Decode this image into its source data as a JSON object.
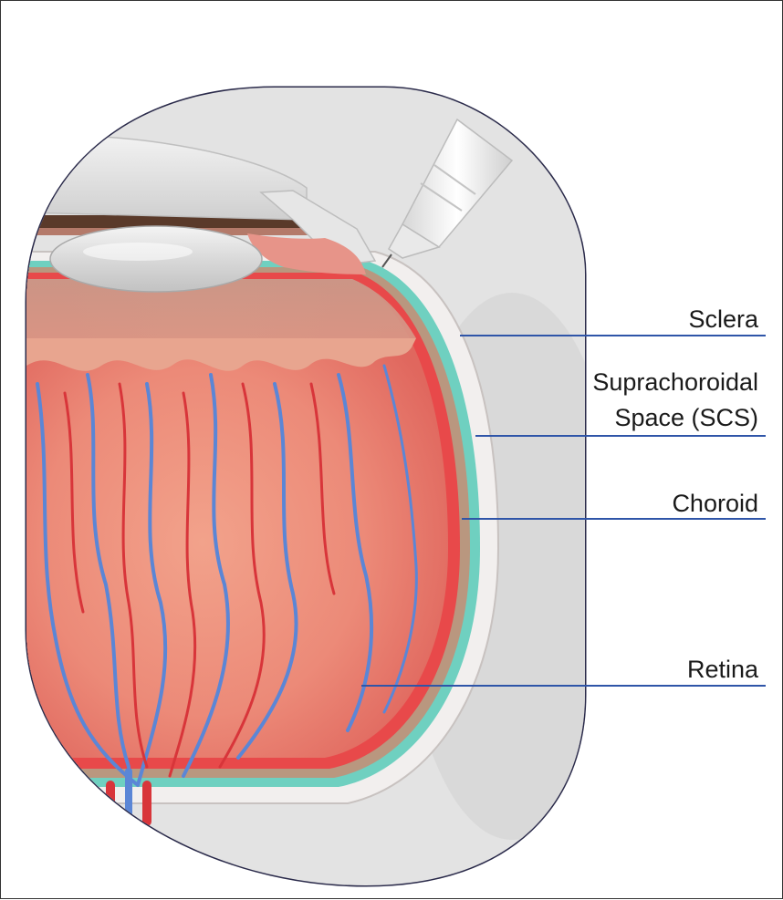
{
  "colors": {
    "sclera": "#efeceb",
    "scs": "#6fd0c0",
    "choroid": "#b9977f",
    "retina": "#e8494a",
    "vessel_blue": "#5b86d6",
    "vessel_red": "#d8353a",
    "leader_line": "#2f55a8",
    "outline": "#2a2a4a"
  },
  "labels": {
    "sclera": "Sclera",
    "scs_line1": "Suprachoroidal",
    "scs_line2": "Space (SCS)",
    "choroid": "Choroid",
    "retina": "Retina"
  }
}
